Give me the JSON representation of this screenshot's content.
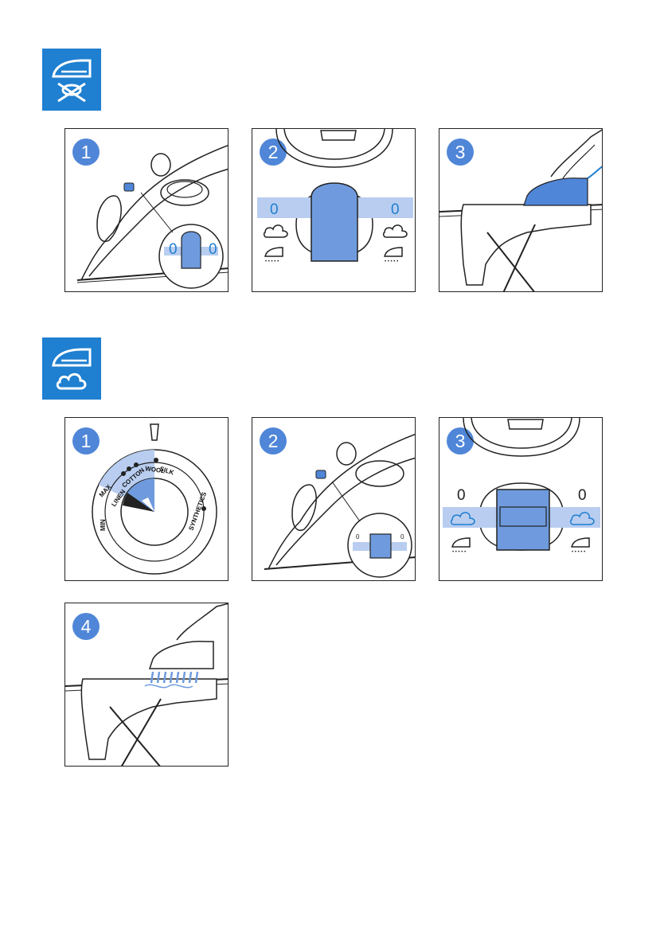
{
  "colors": {
    "accent_blue": "#1f7fd0",
    "badge_blue": "#4f86d8",
    "light_blue": "#b8cdf0",
    "mid_blue": "#6f9bde"
  },
  "sections": [
    {
      "icon": "iron-no-steam-icon",
      "steps": [
        {
          "number": "1",
          "zero_left": "0",
          "zero_right": "0"
        },
        {
          "number": "2",
          "zero_left": "0",
          "zero_right": "0"
        },
        {
          "number": "3"
        }
      ]
    },
    {
      "icon": "iron-steam-icon",
      "steps": [
        {
          "number": "1",
          "dial_labels": [
            "SILK",
            "WOOL",
            "COTTON",
            "LINEN",
            "MAX",
            "MIN",
            "SYNTHETICS"
          ]
        },
        {
          "number": "2",
          "zero_left": "0",
          "zero_right": "0"
        },
        {
          "number": "3",
          "zero_left": "0",
          "zero_right": "0"
        },
        {
          "number": "4"
        }
      ]
    }
  ]
}
